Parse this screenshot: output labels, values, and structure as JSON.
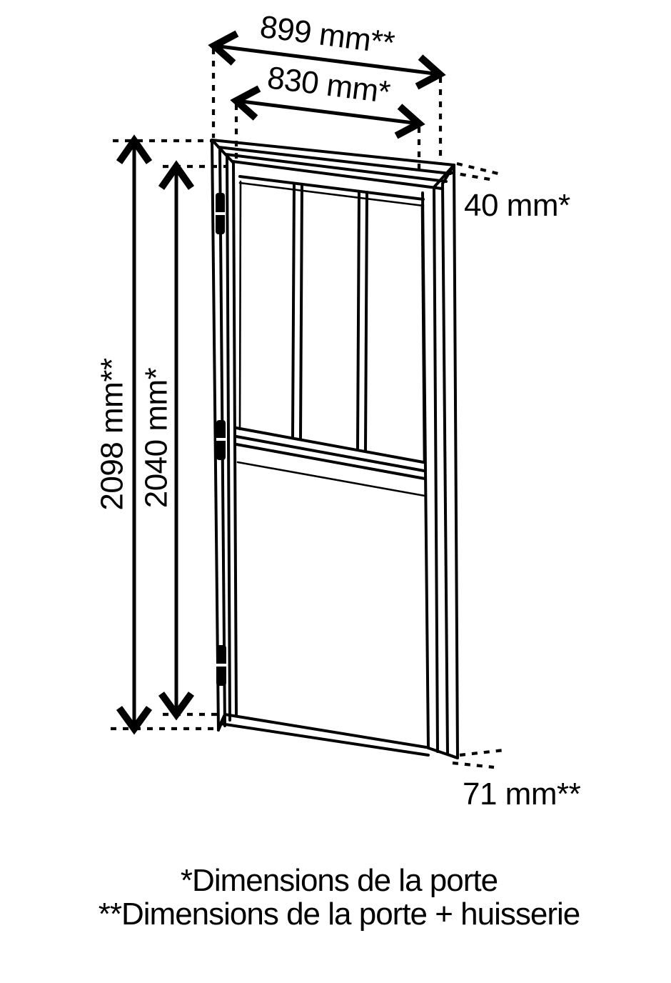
{
  "diagram": {
    "type": "door-technical-drawing",
    "background_color": "#ffffff",
    "line_color": "#000000",
    "dimensions": {
      "outer_width": "899 mm**",
      "door_width": "830 mm*",
      "outer_height": "2098 mm**",
      "door_height": "2040 mm*",
      "door_thickness": "40 mm*",
      "frame_depth": "71 mm**"
    },
    "legend": {
      "line1": "*Dimensions de la porte",
      "line2": "**Dimensions de la porte + huisserie"
    }
  }
}
